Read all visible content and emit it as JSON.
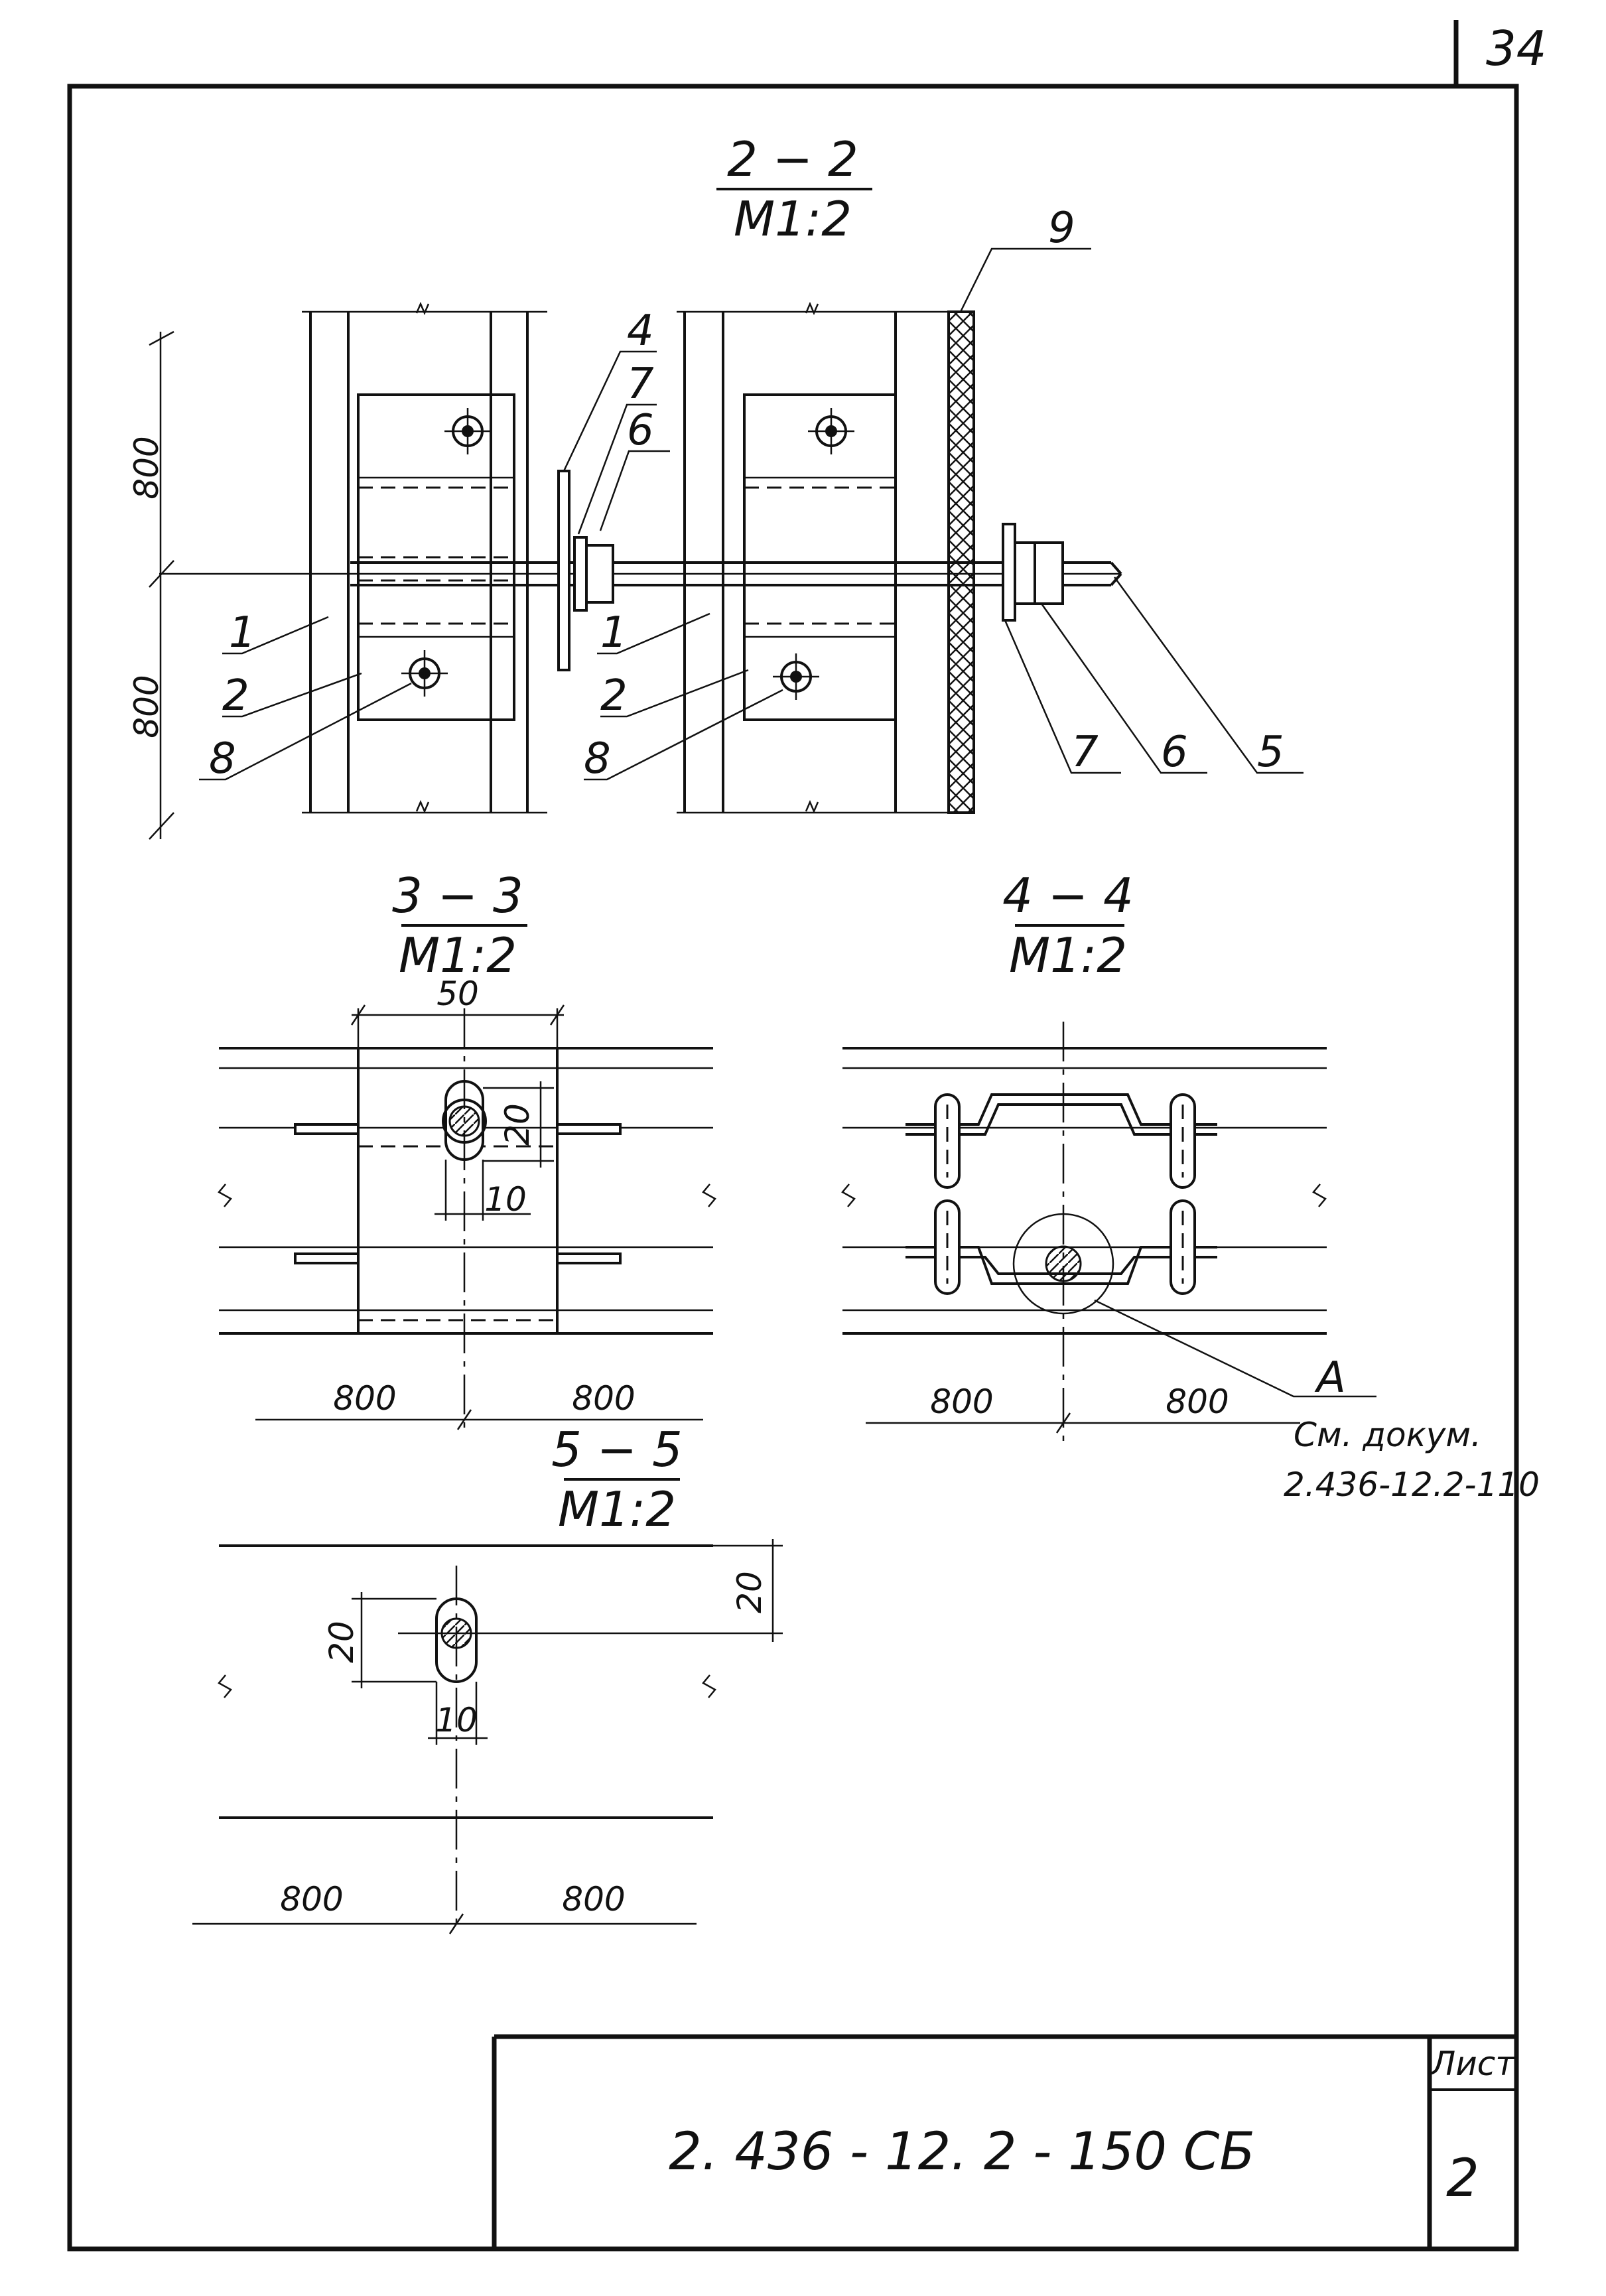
{
  "page_number": "34",
  "sections": {
    "s22": {
      "title": "2 − 2",
      "scale": "М1:2"
    },
    "s33": {
      "title": "3 − 3",
      "scale": "М1:2"
    },
    "s44": {
      "title": "4 − 4",
      "scale": "М1:2"
    },
    "s55": {
      "title": "5 − 5",
      "scale": "М1:2"
    }
  },
  "callouts": {
    "c1a": "1",
    "c2a": "2",
    "c8a": "8",
    "c1b": "1",
    "c2b": "2",
    "c8b": "8",
    "c4": "4",
    "c7a": "7",
    "c6a": "6",
    "c9": "9",
    "c7b": "7",
    "c6b": "6",
    "c5": "5"
  },
  "dimensions": {
    "s22_upper": "800",
    "s22_lower": "800",
    "s33_width": "50",
    "s33_height": "20",
    "s33_slot": "10",
    "s33_left": "800",
    "s33_right": "800",
    "s44_left": "800",
    "s44_right": "800",
    "s55_height_right": "20",
    "s55_height_left": "20",
    "s55_slot": "10",
    "s55_left": "800",
    "s55_right": "800"
  },
  "detail": {
    "label": "А",
    "ref_line1": "См. докум.",
    "ref_line2": "2.436-12.2-110"
  },
  "title_block": {
    "doc_code": "2. 436 - 12. 2 - 150 СБ",
    "sheet_label": "Лист",
    "sheet_number": "2"
  }
}
